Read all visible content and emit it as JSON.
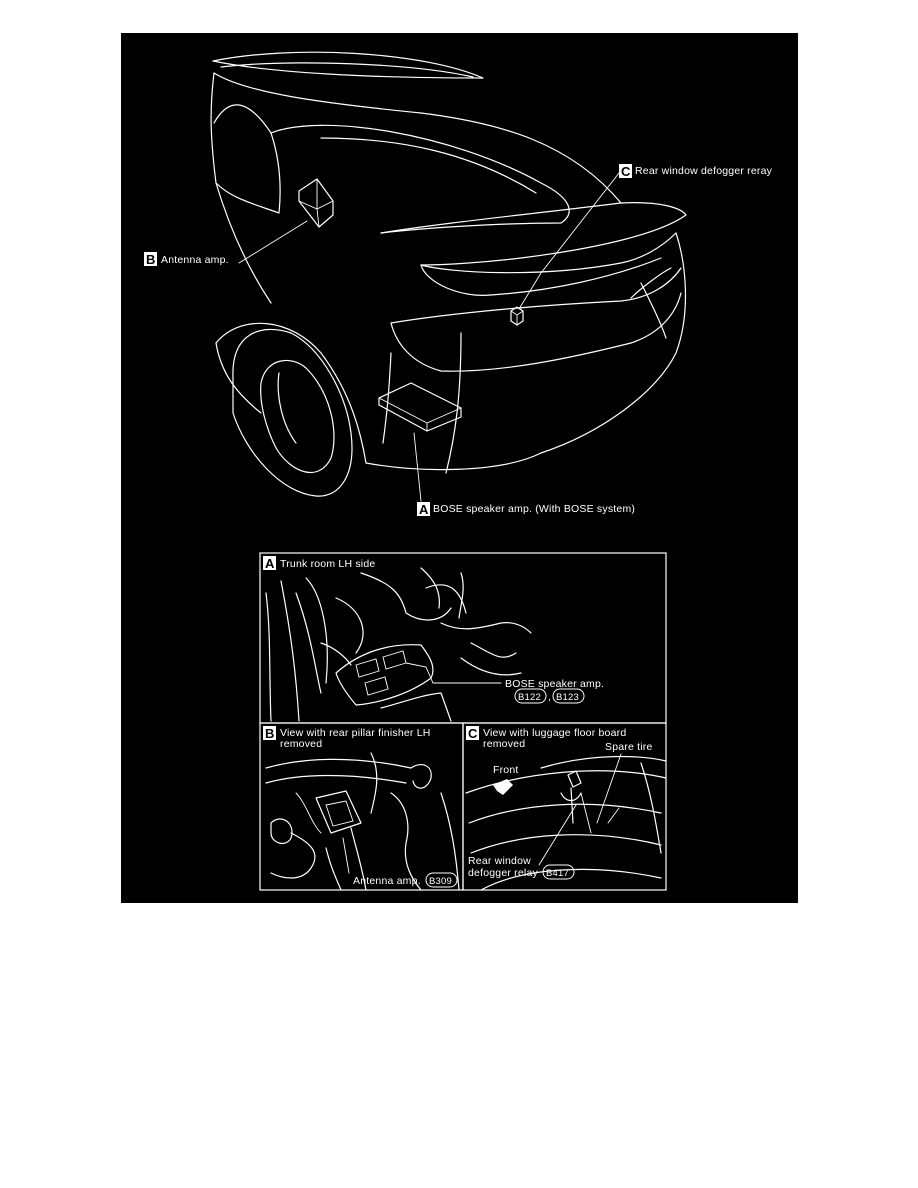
{
  "callouts": {
    "c": {
      "letter": "C",
      "label": "Rear window defogger reray"
    },
    "b": {
      "letter": "B",
      "label": "Antenna amp."
    },
    "a": {
      "letter": "A",
      "label": "BOSE speaker amp. (With BOSE system)"
    }
  },
  "detail_a": {
    "letter": "A",
    "title": "Trunk room LH side",
    "part_label": "BOSE speaker amp.",
    "connectors": [
      "B122",
      "B123"
    ],
    "separator": ","
  },
  "detail_b": {
    "letter": "B",
    "title_line1": "View with rear pillar finisher LH",
    "title_line2": "removed",
    "part_label": "Antenna amp.",
    "connector": "B309"
  },
  "detail_c": {
    "letter": "C",
    "title_line1": "View with luggage floor board",
    "title_line2": "removed",
    "front_label": "Front",
    "spare_label": "Spare tire",
    "part_line1": "Rear window",
    "part_line2": "defogger relay",
    "connector": "B417"
  }
}
